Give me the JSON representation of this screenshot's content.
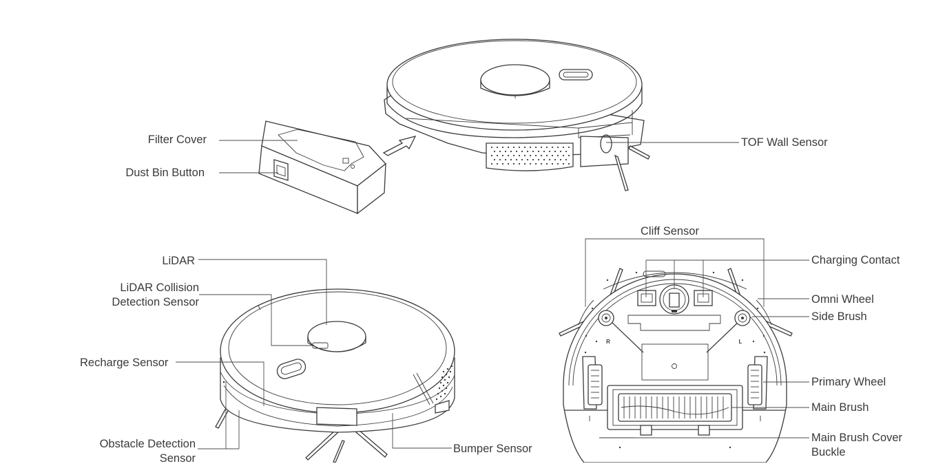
{
  "diagram": {
    "labels": {
      "filter_cover": "Filter Cover",
      "dust_bin_button": "Dust Bin Button",
      "tof_wall_sensor": "TOF Wall Sensor",
      "lidar": "LiDAR",
      "lidar_collision_line1": "LiDAR Collision",
      "lidar_collision_line2": "Detection Sensor",
      "recharge_sensor": "Recharge Sensor",
      "obstacle_detection_line1": "Obstacle Detection",
      "obstacle_detection_line2": "Sensor",
      "bumper_sensor": "Bumper Sensor",
      "cliff_sensor": "Cliff Sensor",
      "charging_contact": "Charging Contact",
      "omni_wheel": "Omni Wheel",
      "side_brush": "Side Brush",
      "primary_wheel": "Primary Wheel",
      "main_brush": "Main Brush",
      "main_brush_cover_line1": "Main Brush Cover",
      "main_brush_cover_line2": "Buckle"
    },
    "wheel_marks": {
      "right": "R",
      "left": "L"
    }
  }
}
